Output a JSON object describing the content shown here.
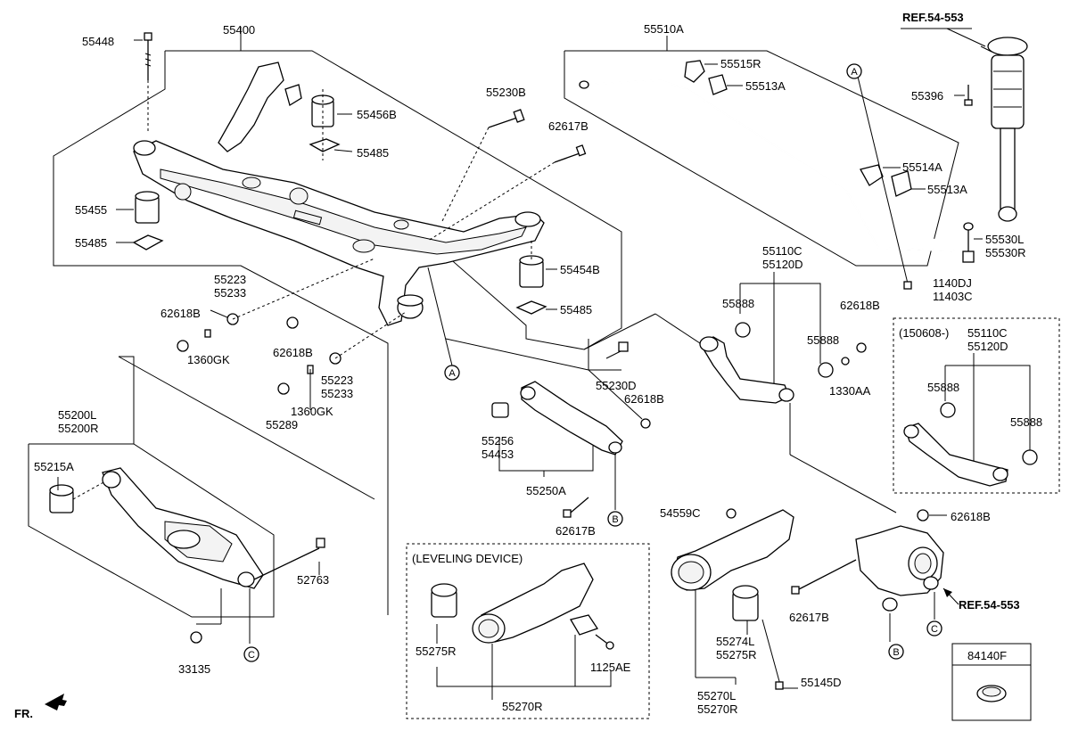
{
  "labels": {
    "p55448": "55448",
    "p55400": "55400",
    "p55456b": "55456B",
    "p55485a": "55485",
    "p55455": "55455",
    "p55485b": "55485",
    "p55230b": "55230B",
    "p62617b_top": "62617B",
    "p55510a": "55510A",
    "p55515r": "55515R",
    "p55513a_1": "55513A",
    "p55514a": "55514A",
    "p55513a_2": "55513A",
    "ref_top": "REF.54-553",
    "p55396": "55396",
    "p55530l": "55530L",
    "p55530r": "55530R",
    "p1140dj": "1140DJ",
    "p11403c": "11403C",
    "p55454b": "55454B",
    "p55485c": "55485",
    "p55223_a": "55223",
    "p55233_a": "55233",
    "p62618b_a": "62618B",
    "p1360gk_a": "1360GK",
    "p62618b_b": "62618B",
    "p55223_b": "55223",
    "p55233_b": "55233",
    "p1360gk_b": "1360GK",
    "p55289": "55289",
    "p55230d": "55230D",
    "p62618b_c": "62618B",
    "p55110c": "55110C",
    "p55120d": "55120D",
    "p55888_a": "55888",
    "p62618b_d": "62618B",
    "p55888_b": "55888",
    "p1330aa": "1330AA",
    "inset_date": "(150608-)",
    "inset_55110c": "55110C",
    "inset_55120d": "55120D",
    "inset_55888_a": "55888",
    "inset_55888_b": "55888",
    "p55200l": "55200L",
    "p55200r": "55200R",
    "p55215a": "55215A",
    "p52763": "52763",
    "p33135": "33135",
    "p55256": "55256",
    "p54453": "54453",
    "p55250a": "55250A",
    "p62617b_mid": "62617B",
    "leveling_title": "(LEVELING DEVICE)",
    "p55275r_lev": "55275R",
    "p1125ae": "1125AE",
    "p55270r_lev": "55270R",
    "p54559c": "54559C",
    "p62618b_e": "62618B",
    "p62617b_low": "62617B",
    "ref_right": "REF.54-553",
    "p55274l": "55274L",
    "p55275r": "55275R",
    "p55145d": "55145D",
    "p55270l": "55270L",
    "p55270r": "55270R",
    "p84140f": "84140F",
    "fr": "FR."
  },
  "callouts": {
    "a": "A",
    "b": "B",
    "c": "C"
  }
}
